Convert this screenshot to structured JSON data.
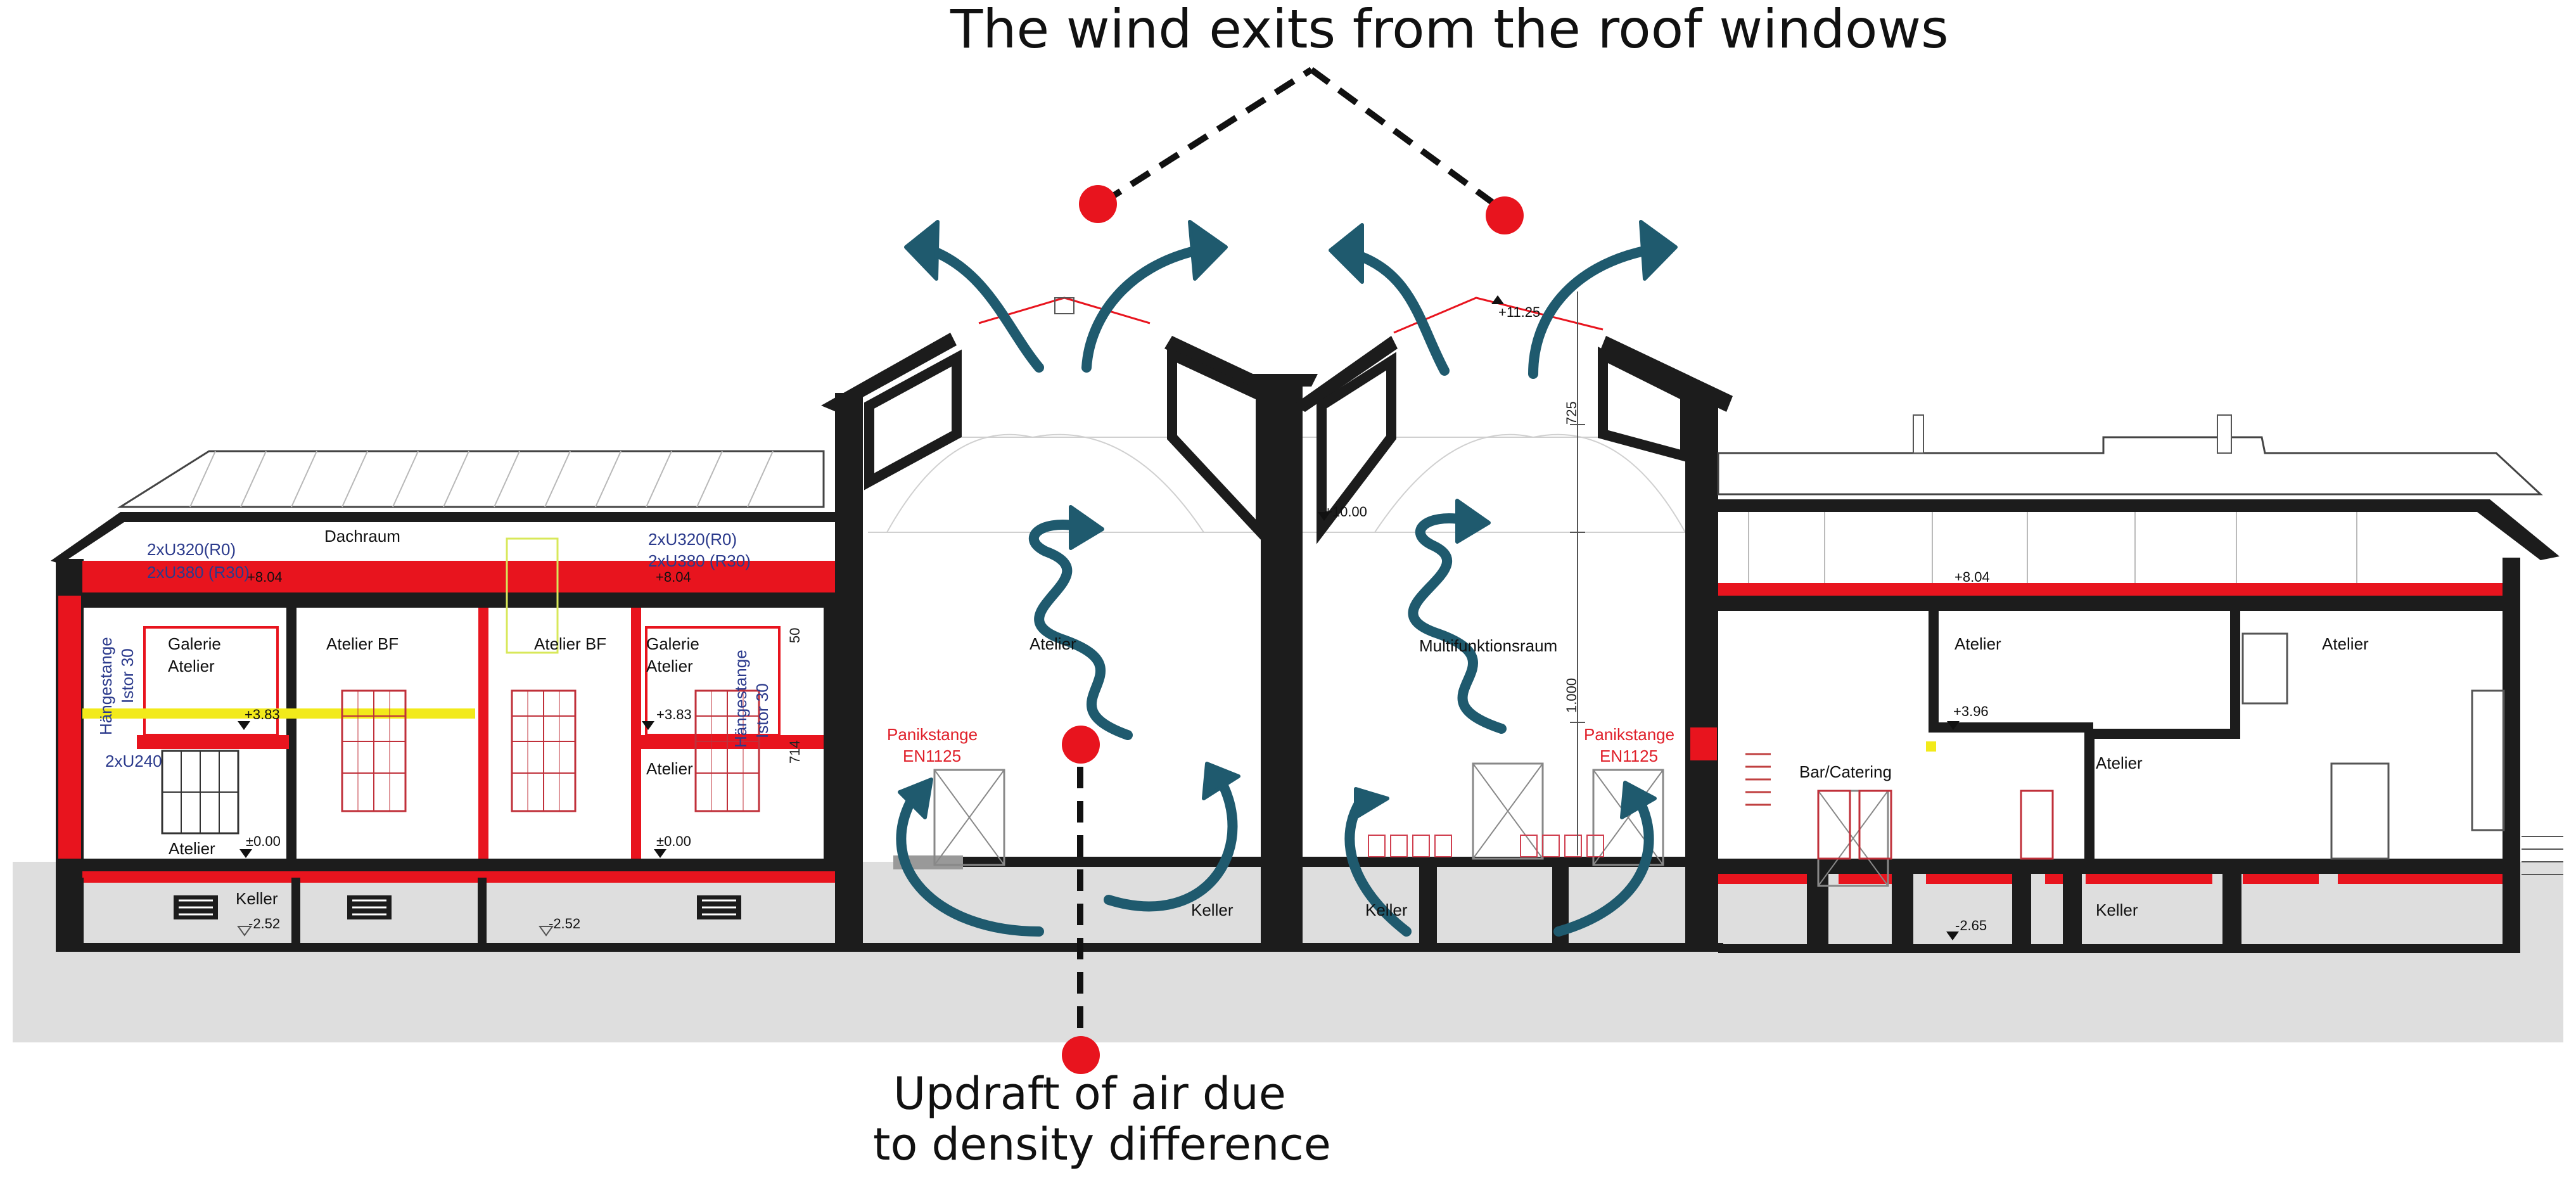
{
  "callouts": {
    "top": "The wind exits from the roof windows",
    "bottom_line1": "Updraft of air due",
    "bottom_line2": "to density difference"
  },
  "rooms": {
    "dachraum": "Dachraum",
    "galerie": "Galerie",
    "atelier": "Atelier",
    "atelier_bf": "Atelier BF",
    "multifunktionsraum": "Multifunktionsraum",
    "bar_catering": "Bar/Catering",
    "keller": "Keller"
  },
  "annotations": {
    "u320": "2xU320(R0)",
    "u380": "2xU380 (R30)",
    "u240": "2xU240",
    "haengestange": "Hängestange",
    "istor": "Istor 30",
    "panikstange": "Panikstange",
    "en1125": "EN1125"
  },
  "levels": {
    "l804": "+8.04",
    "l383": "+3.83",
    "l000": "±0.00",
    "l252": "-2.52",
    "l1000": "+10.00",
    "l1125": "+11.25",
    "l396": "+3.96",
    "l265": "-2.65"
  },
  "dimensions": {
    "d50": "50",
    "d714": "714",
    "d725": "725",
    "d1000": "1.000"
  },
  "colors": {
    "structure": "#1c1c1c",
    "fire_wall": "#e8141e",
    "airflow_arrow": "#1f5a6e",
    "marker": "#e8141e",
    "ground": "#dedede",
    "beam": "#f2ea1a"
  }
}
